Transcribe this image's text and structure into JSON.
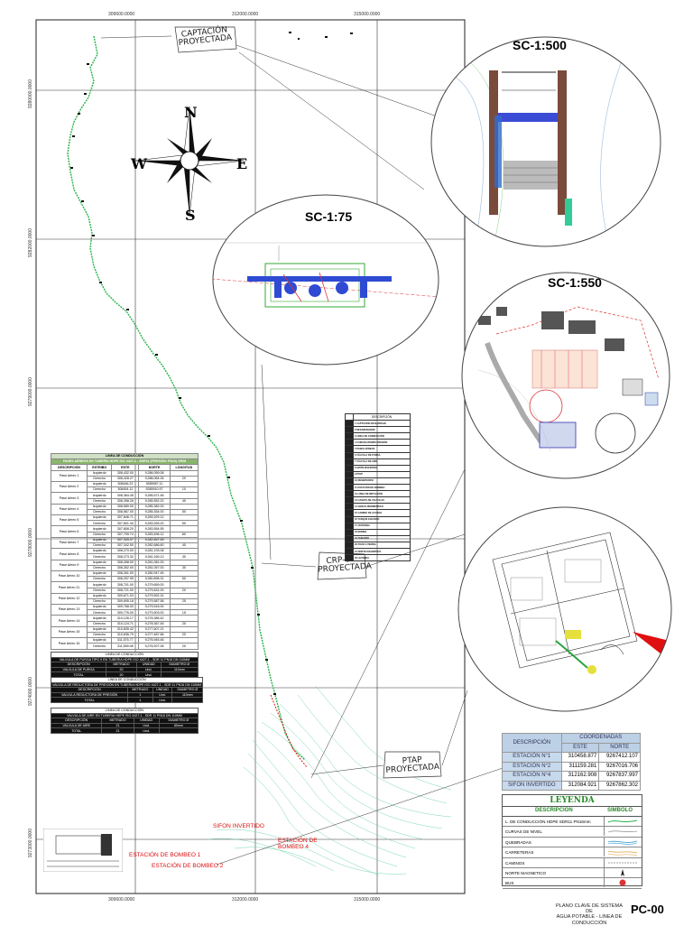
{
  "sheet": {
    "scale_labels": {
      "sc1": "SC-1:500",
      "sc2": "SC-1:75",
      "sc3": "SC-1:550"
    },
    "callouts": {
      "captacion": "CAPTACIÓN PROYECTADA",
      "crp": "CRP-01 PROYECTADA",
      "ptap": "PTAP PROYECTADA"
    },
    "compass": {
      "n": "N",
      "s": "S",
      "e": "E",
      "w": "W"
    },
    "red_labels": {
      "sifon": "SIFON INVERTIDO",
      "bombeo4": "ESTACIÓN DE BOMBEO 4",
      "bombeo1": "ESTACIÓN DE BOMBEO 1",
      "bombeo2": "ESTACIÓN DE BOMBEO 2"
    },
    "grid_top": [
      "309600.0000",
      "312000.0000",
      "315000.0000"
    ],
    "grid_bottom": [
      "309600.0000",
      "312000.0000",
      "315000.0000"
    ],
    "grid_left": [
      "9280000.0000",
      "9282000.0000",
      "9279000.0000",
      "9278000.0000",
      "9274000.0000",
      "9273000.0000"
    ],
    "footer": {
      "description": "PLANO CLAVE DE SISTEMA DE AGUA POTABLE - LINEA DE CONDUCCIÓN",
      "line1": "PLANO CLAVE DE SISTEMA DE",
      "line2": "AGUA POTABLE - LINEA DE",
      "line3": "CONDUCCIÓN",
      "code": "PC-00"
    }
  },
  "conduccion_table": {
    "title": "LINEA DE CONDUCCIÓN",
    "subtitle": "PASES AÉREOS EN TUBERÍA HDPE ISO 4427-1 - SDR11 (PRESIÓN: PN16) SR/M",
    "headers": [
      "DESCRIPCIÓN",
      "ESTRIBO",
      "ESTE",
      "NORTE",
      "LONGITUD"
    ],
    "rows": [
      {
        "desc": "Pase Aéreo 1",
        "a": [
          "Izquierdo",
          "308,432.00",
          "9,286,059.08",
          ""
        ],
        "b": [
          "Derecho",
          "308,428.27",
          "9,286,064.26",
          "20"
        ]
      },
      {
        "desc": "Pase Aéreo 2",
        "a": [
          "Izquierdo",
          "308446.23",
          "9285957.11",
          ""
        ],
        "b": [
          "Derecho",
          "308454.12",
          "9285910.97",
          "10"
        ]
      },
      {
        "desc": "Pase Aéreo 3",
        "a": [
          "Izquierdo",
          "308,364.45",
          "9,285,571.46",
          ""
        ],
        "b": [
          "Derecho",
          "308,398.26",
          "9,285,552.20",
          "40"
        ]
      },
      {
        "desc": "Pase Aéreo 4",
        "a": [
          "Izquierdo",
          "308,589.00",
          "9,285,382.00",
          ""
        ],
        "b": [
          "Derecho",
          "308,567.00",
          "9,285,354.00",
          "50"
        ]
      },
      {
        "desc": "Pase Aéreo 5",
        "a": [
          "Izquierdo",
          "307,846.71",
          "9,283,929.12",
          ""
        ],
        "b": [
          "Derecho",
          "307,801.44",
          "9,283,926.20",
          "50"
        ]
      },
      {
        "desc": "Pase Aéreo 6",
        "a": [
          "Izquierdo",
          "307,808.20",
          "9,283,554.55",
          ""
        ],
        "b": [
          "Derecho",
          "307,799.74",
          "9,283,496.12",
          "60"
        ]
      },
      {
        "desc": "Pase Aéreo 7",
        "a": [
          "Izquierdo",
          "307,305.07",
          "9,282,657.69",
          ""
        ],
        "b": [
          "Derecho",
          "307,342.50",
          "9,282,686.60",
          "40"
        ]
      },
      {
        "desc": "Pase Aéreo 8",
        "a": [
          "Izquierdo",
          "308,270.00",
          "9,281,193.08",
          ""
        ],
        "b": [
          "Derecho",
          "308,273.32",
          "9,281,169.13",
          "30"
        ]
      },
      {
        "desc": "Pase Aéreo 9",
        "a": [
          "Izquierdo",
          "308,268.00",
          "9,281,081.00",
          ""
        ],
        "b": [
          "Derecho",
          "308,352.00",
          "9,281,057.00",
          "30"
        ]
      },
      {
        "desc": "Pase Aéreo 10",
        "a": [
          "Izquierdo",
          "308,261.00",
          "9,280,947.45",
          ""
        ],
        "b": [
          "Derecho",
          "308,257.95",
          "9,280,898.31",
          "50"
        ]
      },
      {
        "desc": "Pase Aéreo 11",
        "a": [
          "Izquierdo",
          "308,701.00",
          "9,279,659.00",
          ""
        ],
        "b": [
          "Derecho",
          "308,721.00",
          "9,279,631.00",
          "20"
        ]
      },
      {
        "desc": "Pase Aéreo 12",
        "a": [
          "Izquierdo",
          "309,671.03",
          "9,279,592.31",
          ""
        ],
        "b": [
          "Derecho",
          "309,695.18",
          "9,279,587.58",
          "25"
        ]
      },
      {
        "desc": "Pase Aéreo 13",
        "a": [
          "Izquierdo",
          "309,768.00",
          "9,279,516.00",
          ""
        ],
        "b": [
          "Derecho",
          "309,776.00",
          "9,279,503.00",
          "15"
        ]
      },
      {
        "desc": "Pase Aéreo 14",
        "a": [
          "Izquierdo",
          "310,126.17",
          "9,278,385.42",
          ""
        ],
        "b": [
          "Derecho",
          "310,124.71",
          "9,278,367.45",
          "20"
        ]
      },
      {
        "desc": "Pase Aéreo 15",
        "a": [
          "Izquierdo",
          "310,835.42",
          "9,277,607.21",
          ""
        ],
        "b": [
          "Derecho",
          "310,836.79",
          "9,277,487.66",
          "20"
        ]
      },
      {
        "desc": "Pase Aéreo 16",
        "a": [
          "Izquierdo",
          "311,575.77",
          "9,276,945.46",
          ""
        ],
        "b": [
          "Derecho",
          "311,559.08",
          "9,276,927.06",
          "20"
        ]
      }
    ]
  },
  "small_tables": [
    {
      "title": "LINEA DE CONDUCCIÓN",
      "subtitle": "VALVULA DE PURGA TIPO II EN TUBERIA HDPE ISO 4427-1 - SDR 11 PN16 DN 110MM",
      "headers": [
        "DESCRIPCIÓN",
        "METRADO",
        "UNIDAD",
        "DIAMETRO Ø"
      ],
      "rows": [
        [
          "VALVULA DE PURGA",
          "20",
          "Und.",
          "110mm"
        ]
      ],
      "total": [
        "TOTAL",
        "20",
        "Und.",
        ""
      ]
    },
    {
      "title": "LINEA DE CONDUCCIÓN",
      "subtitle": "VALVULA DE REDUCTORA DE PRESIÓN EN TUBERIA HDPE ISO 4427-1 - SDR 11 PN16 DN 110MM",
      "headers": [
        "DESCRIPCIÓN",
        "METRADO",
        "UNIDAD",
        "DIAMETRO Ø"
      ],
      "rows": [
        [
          "VALVULA REDUCTORA DE PRESIÓN",
          "1",
          "Und.",
          "110mm"
        ]
      ],
      "total": [
        "TOTAL",
        "1",
        "Und.",
        ""
      ]
    },
    {
      "title": "LINEA DE CONDUCCIÓN",
      "subtitle": "VALVULA DE AIRE EN TUBERIA HDPE ISO 4427-1 - SDR 11 PN16 DN 110MM",
      "headers": [
        "DESCRIPCIÓN",
        "METRADO",
        "UNIDAD",
        "DIAMETRO Ø"
      ],
      "rows": [
        [
          "VALVULA DE AIRE",
          "21",
          "Und.",
          "80mm"
        ]
      ],
      "total": [
        "TOTAL",
        "21",
        "Und.",
        ""
      ]
    }
  ],
  "coordinates_table": {
    "title": "COORDENADAS",
    "desc_header": "DESCRIPCIÓN",
    "col_este": "ESTE",
    "col_norte": "NORTE",
    "rows": [
      [
        "ESTACIÓN N°1",
        "310458.877",
        "9267412.107"
      ],
      [
        "ESTACIÓN N°2",
        "311159.281",
        "9267016.706"
      ],
      [
        "ESTACIÓN N°4",
        "312162.908",
        "9267837.997"
      ],
      [
        "SIFON INVERTIDO",
        "312084.921",
        "9267862.302"
      ]
    ]
  },
  "legend": {
    "title": "LEYENDA",
    "col_desc": "DESCRIPCIÓN",
    "col_sym": "SIMBOLO",
    "items": [
      "L. DE CONDUCCIÓN HDPE SDR11 PN16mm",
      "CURVAS DE NIVEL",
      "QUEBRADAS",
      "CARRETERAS",
      "CAMINOS",
      "NORTE MAGNETICO",
      "BUS"
    ]
  },
  "index_table": {
    "header": "DESCRIPCIÓN",
    "rows": [
      "1 CAPTACIÓN DE BARRAJE",
      "2 DESARENADOR",
      "3 LINEA DE CONDUCCIÓN",
      "4 CÁMARA ROMPE PRESIÓN",
      "5 PASES AÉREOS",
      "6 VÁLVULA DE PURGA",
      "7 VÁLVULA DE AIRE",
      "8 SIFÓN INVERTIDO",
      "9 PTAP",
      "10 RESERVORIO",
      "11 ESTACIÓN DE BOMBEO",
      "12 LINEA DE IMPULSIÓN",
      "13 CASETA DE VÁLVULAS",
      "14 CERCO PERIMÉTRICO",
      "15 CAMINO DE ACCESO",
      "16 TANQUE ELEVADO",
      "17 CISTERNA",
      "18 BOMBA",
      "19 TABLERO",
      "20 POZO A TIERRA",
      "21 NORTE MAGNÉTICO",
      "22 LEYENDA"
    ]
  }
}
